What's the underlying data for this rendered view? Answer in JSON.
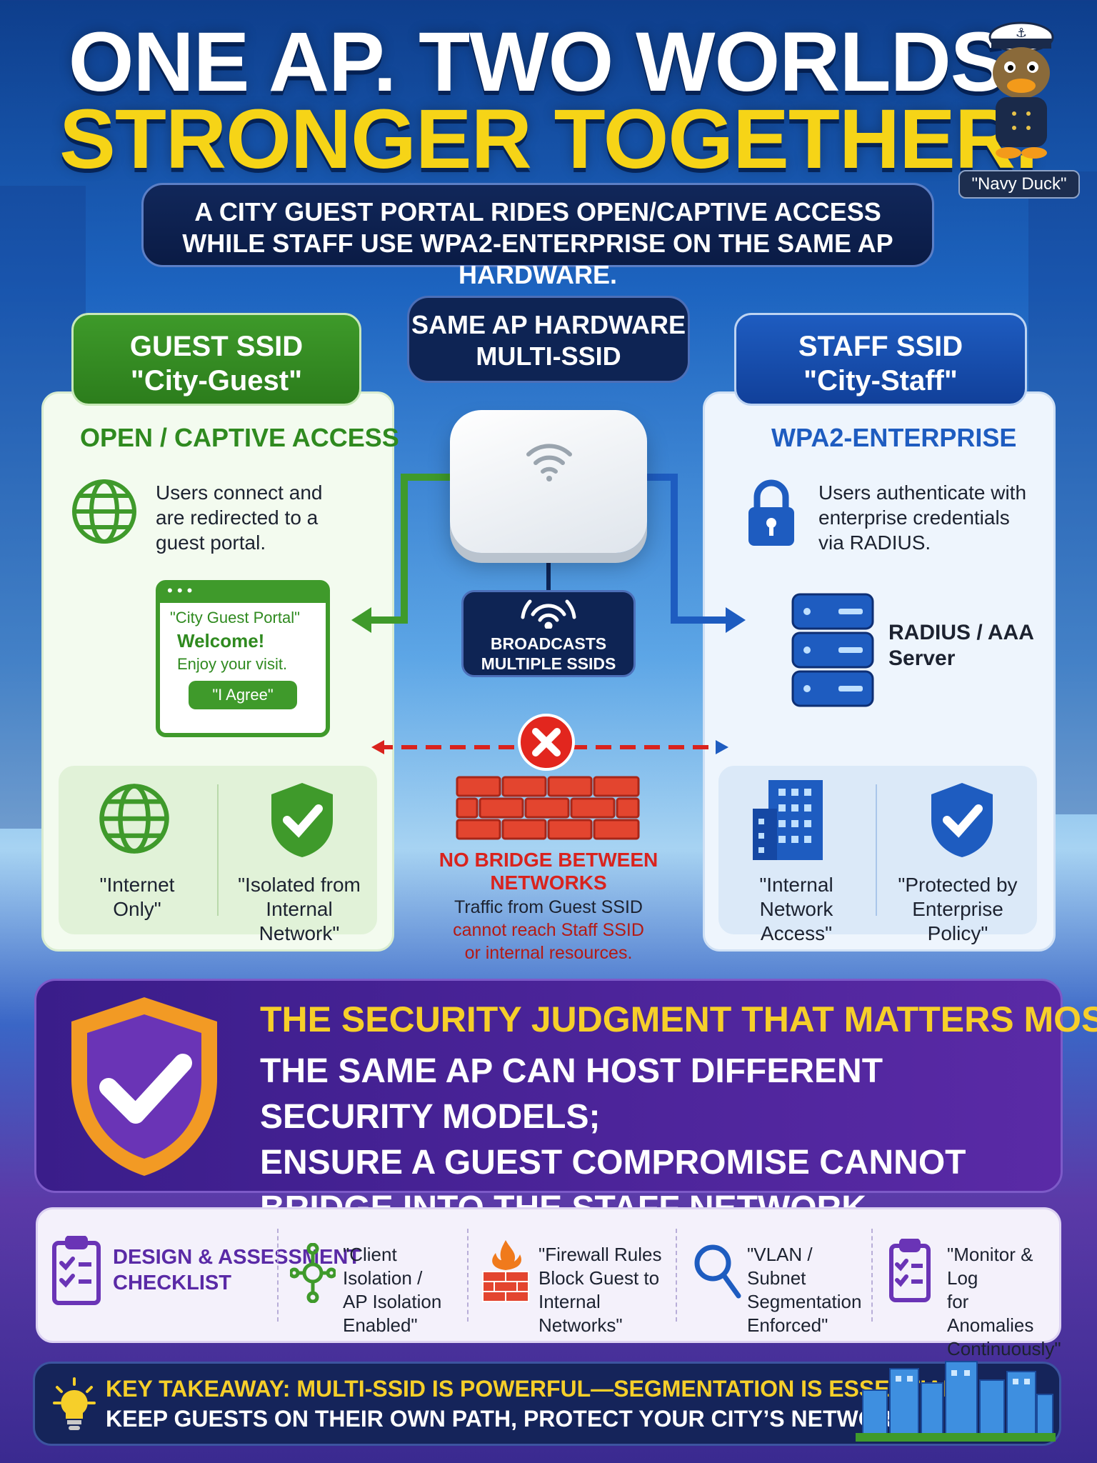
{
  "title": {
    "line1": "ONE AP. TWO WORLDS.",
    "line2": "STRONGER TOGETHER."
  },
  "subtitle": {
    "line1": "A CITY GUEST PORTAL RIDES OPEN/CAPTIVE ACCESS",
    "line2": "WHILE STAFF USE WPA2-ENTERPRISE ON THE SAME AP HARDWARE."
  },
  "mascot": {
    "label": "\"Navy Duck\""
  },
  "center": {
    "tab_line1": "SAME AP HARDWARE",
    "tab_line2": "MULTI-SSID",
    "broadcast_line1": "BROADCASTS",
    "broadcast_line2": "MULTIPLE SSIDS",
    "no_bridge_line1": "NO BRIDGE BETWEEN",
    "no_bridge_line2": "NETWORKS",
    "no_bridge_desc1": "Traffic from Guest SSID",
    "no_bridge_desc2": "cannot reach Staff SSID",
    "no_bridge_desc3": "or internal resources."
  },
  "guest": {
    "tab_line1": "GUEST SSID",
    "tab_line2": "\"City-Guest\"",
    "heading": "OPEN / CAPTIVE ACCESS",
    "desc1": "Users connect and",
    "desc2": "are redirected to a",
    "desc3": "guest portal.",
    "portal": {
      "title": "\"City Guest Portal\"",
      "welcome": "Welcome!",
      "enjoy": "Enjoy your visit.",
      "button": "\"I Agree\""
    },
    "feature1_l1": "\"Internet",
    "feature1_l2": "Only\"",
    "feature2_l1": "\"Isolated from",
    "feature2_l2": "Internal Network\""
  },
  "staff": {
    "tab_line1": "STAFF SSID",
    "tab_line2": "\"City-Staff\"",
    "heading": "WPA2-ENTERPRISE",
    "desc1": "Users authenticate with",
    "desc2": "enterprise credentials",
    "desc3": "via RADIUS.",
    "server_l1": "RADIUS / AAA",
    "server_l2": "Server",
    "feature1_l1": "\"Internal Network",
    "feature1_l2": "Access\"",
    "feature2_l1": "\"Protected by",
    "feature2_l2": "Enterprise Policy\""
  },
  "judgment": {
    "title": "THE SECURITY JUDGMENT THAT MATTERS MOST",
    "line1": "THE SAME AP CAN HOST DIFFERENT SECURITY MODELS;",
    "line2": "ENSURE A GUEST COMPROMISE CANNOT",
    "line3": "BRIDGE INTO THE STAFF NETWORK."
  },
  "checklist": {
    "heading_l1": "DESIGN & ASSESSMENT",
    "heading_l2": "CHECKLIST",
    "items": [
      {
        "l1": "\"Client Isolation /",
        "l2": "AP Isolation",
        "l3": "Enabled\""
      },
      {
        "l1": "\"Firewall Rules",
        "l2": "Block Guest to",
        "l3": "Internal Networks\""
      },
      {
        "l1": "\"VLAN / Subnet",
        "l2": "Segmentation",
        "l3": "Enforced\""
      },
      {
        "l1": "\"Monitor & Log",
        "l2": "for Anomalies",
        "l3": "Continuously\""
      }
    ]
  },
  "takeaway": {
    "line1": "KEY TAKEAWAY: MULTI-SSID IS POWERFUL—SEGMENTATION IS ESSENTIAL.",
    "line2": "KEEP GUESTS ON THEIR OWN PATH, PROTECT YOUR CITY’S NETWORK."
  },
  "colors": {
    "guest": "#3f9a2b",
    "staff": "#1e5cc0",
    "alert": "#d9231d",
    "accent": "#f6d417",
    "purple": "#5a2aa6"
  }
}
